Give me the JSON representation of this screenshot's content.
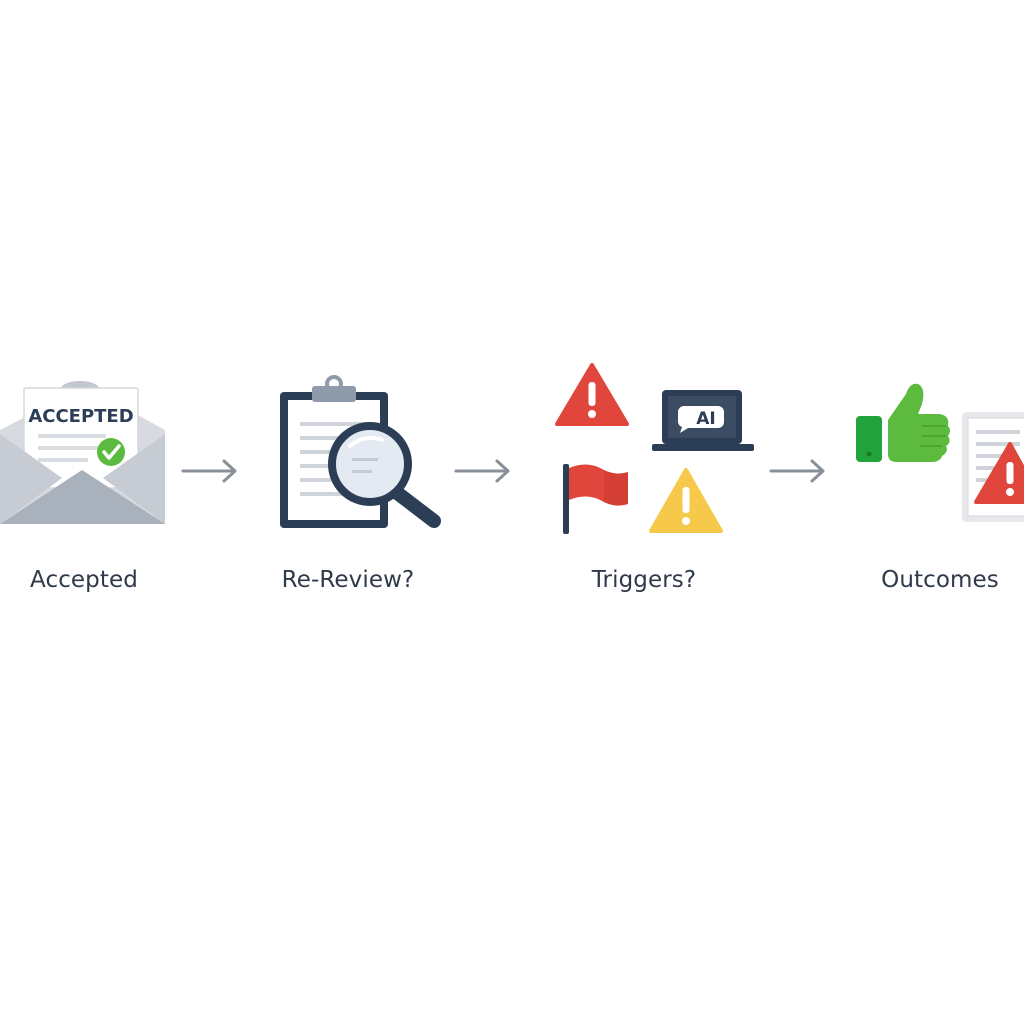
{
  "flow": {
    "steps": [
      {
        "label": "Accepted",
        "icon": "envelope-accepted-icon",
        "badge_text": "ACCEPTED"
      },
      {
        "label": "Re-Review?",
        "icon": "clipboard-magnifier-icon"
      },
      {
        "label": "Triggers?",
        "icon": "warning-flag-ai-icons",
        "ai_text": "AI"
      },
      {
        "label": "Outcomes",
        "icon": "thumbs-up-warning-document-icon"
      }
    ],
    "connector_icon": "arrow-right-icon"
  },
  "colors": {
    "text": "#2f3a4a",
    "navy": "#2c3e55",
    "red": "#e0463c",
    "yellow": "#f6c94a",
    "green": "#5cbb3e",
    "gray": "#c9ced6",
    "arrow": "#8a9099"
  }
}
